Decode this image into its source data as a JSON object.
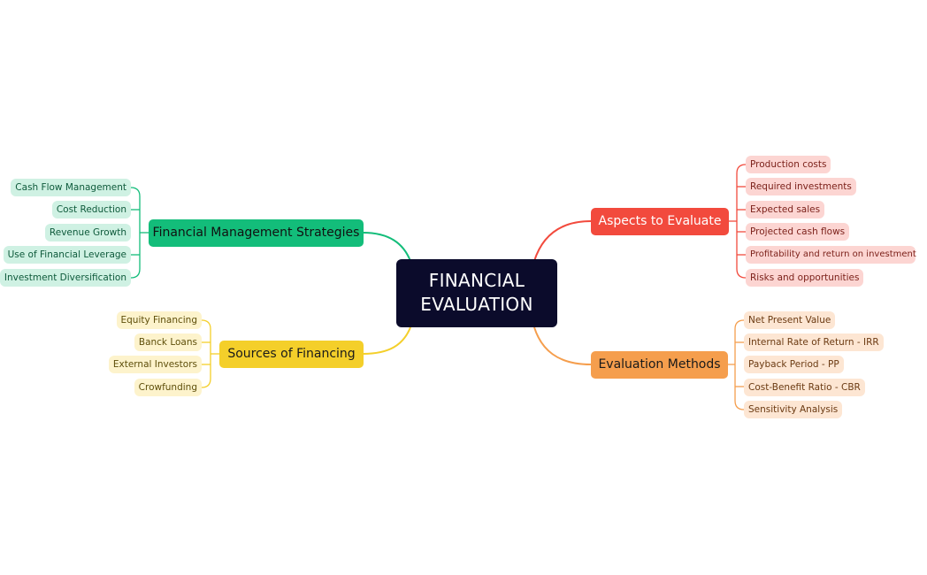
{
  "central": {
    "line1": "FINANCIAL",
    "line2": "EVALUATION"
  },
  "branches": {
    "aspects": {
      "label": "Aspects to Evaluate",
      "color": "#f24a3d",
      "leaf_bg": "#fcd5d2",
      "leaf_text": "#7a1f18",
      "items": [
        "Production costs",
        "Required investments",
        "Expected sales",
        "Projected cash flows",
        "Profitability and return on investment",
        "Risks and opportunities"
      ]
    },
    "methods": {
      "label": "Evaluation Methods",
      "color": "#f59e4d",
      "leaf_bg": "#fde6d3",
      "leaf_text": "#6b3a12",
      "items": [
        "Net Present Value",
        "Internal Rate of Return - IRR",
        "Payback Period - PP",
        "Cost-Benefit Ratio - CBR",
        "Sensitivity Analysis"
      ]
    },
    "strategies": {
      "label": "Financial Management Strategies",
      "color": "#13bd7a",
      "leaf_bg": "#cff1e3",
      "leaf_text": "#0e5a3b",
      "items": [
        "Cash Flow Management",
        "Cost Reduction",
        "Revenue Growth",
        "Use of Financial Leverage",
        "Investment Diversification"
      ]
    },
    "sources": {
      "label": "Sources of Financing",
      "color": "#f4cf2a",
      "leaf_bg": "#fdf3cc",
      "leaf_text": "#5e4e0a",
      "items": [
        "Equity Financing",
        "Banck Loans",
        "External Investors",
        "Crowfunding"
      ]
    }
  }
}
